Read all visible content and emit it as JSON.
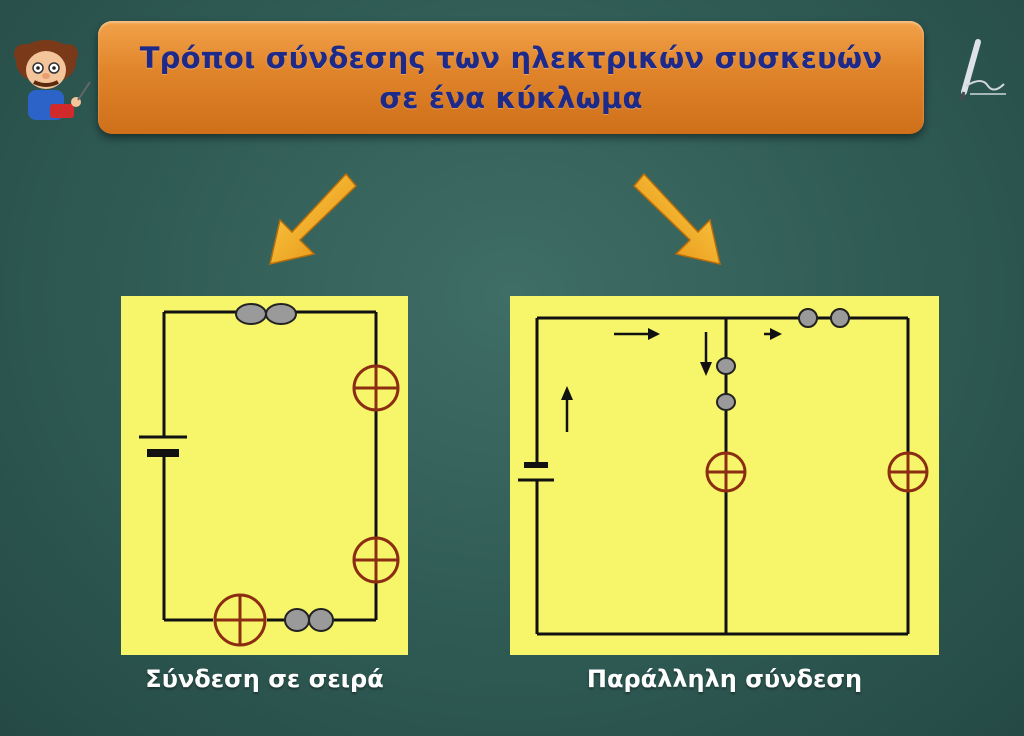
{
  "title": {
    "line1": "Τρόποι σύνδεσης των ηλεκτρικών συσκευών",
    "line2": "σε ένα κύκλωμα"
  },
  "captions": {
    "series": "Σύνδεση σε σειρά",
    "parallel": "Παράλληλη σύνδεση"
  },
  "colors": {
    "banner": "#e0842a",
    "title_text": "#1d2a8a",
    "panel": "#f7f56a",
    "arrow": "#f2a91c",
    "lamp": "#8b2d12",
    "switch": "#9a9a9a"
  },
  "icons": {
    "left": "professor-cartoon-icon",
    "right": "pen-signature-icon"
  }
}
